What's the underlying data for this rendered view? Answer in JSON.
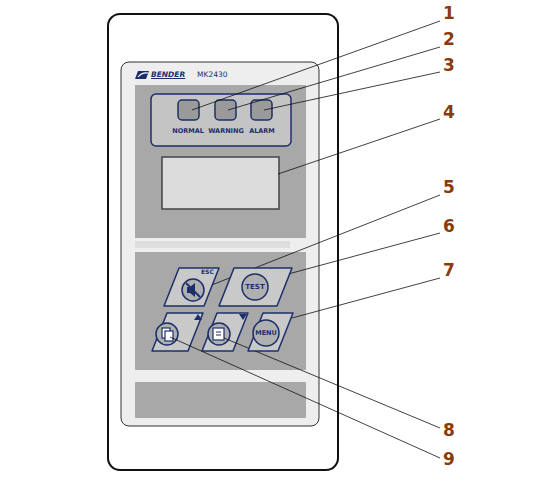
{
  "diagram": {
    "nodes": [
      {
        "text": [
          "ESC"
        ]
      },
      {
        "text": [
          "TEST"
        ]
      },
      {
        "text": [
          "MENU"
        ]
      }
    ],
    "labels": [
      "BENDER",
      "MK2430",
      "NORMAL",
      "WARNING",
      "ALARM",
      "1",
      "2",
      "3",
      "4",
      "5",
      "6",
      "7",
      "8",
      "9"
    ]
  }
}
